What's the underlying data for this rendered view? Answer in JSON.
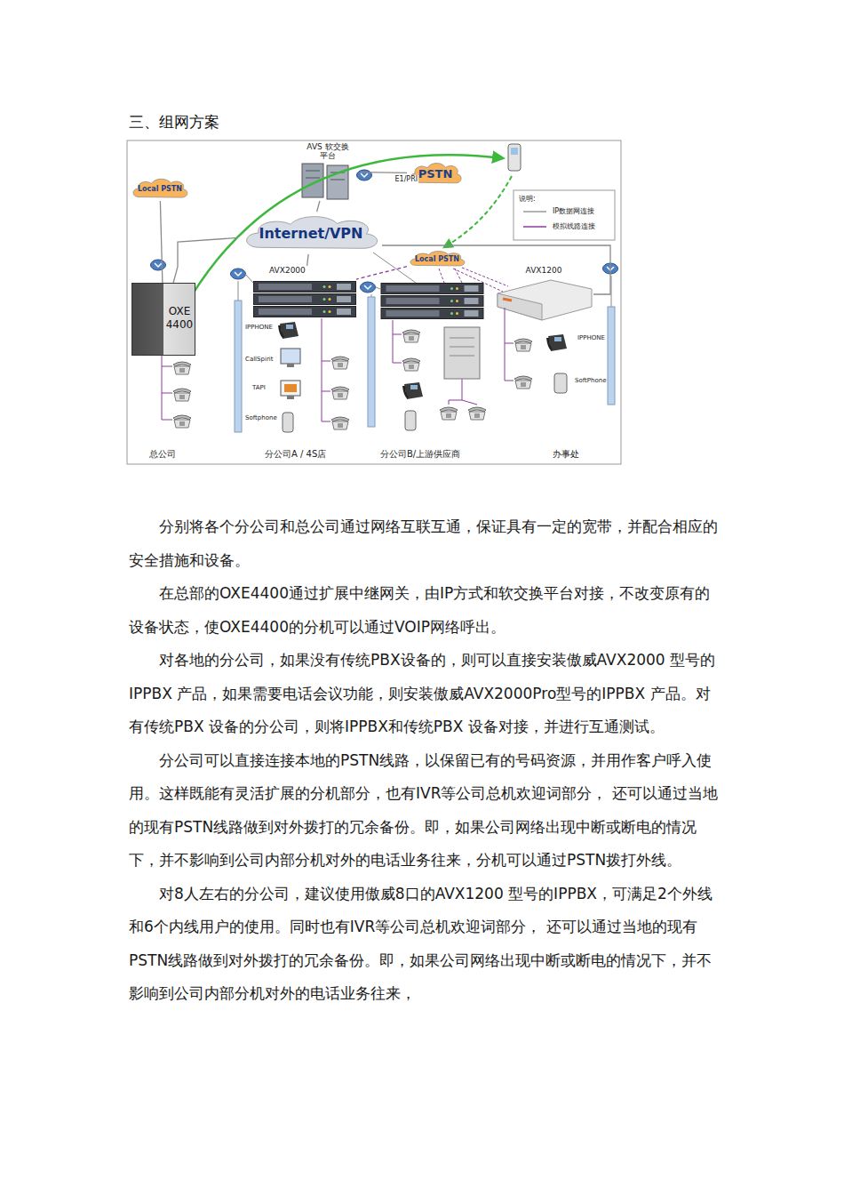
{
  "diagram": {
    "title": "三、组网方案",
    "nodes": [
      {
        "text": [
          "AVS 软交换平台"
        ]
      },
      {
        "text": [
          "PSTN"
        ]
      },
      {
        "text": [
          "Local PSTN"
        ]
      },
      {
        "text": [
          "Internet/VPN"
        ]
      },
      {
        "text": [
          "Local PSTN"
        ]
      },
      {
        "text": [
          "OXE 4400"
        ]
      },
      {
        "text": [
          "AVX2000"
        ]
      },
      {
        "text": [
          "AVX1200"
        ]
      }
    ],
    "edges": [
      {
        "from": 0,
        "to": 1,
        "label": "E1/PRI",
        "arrow": "none"
      },
      {
        "from": 2,
        "to": 5,
        "arrow": "none"
      },
      {
        "from": 3,
        "to": 0,
        "arrow": "none"
      },
      {
        "from": 3,
        "to": 5,
        "arrow": "none"
      },
      {
        "from": 3,
        "to": 6,
        "arrow": "none"
      },
      {
        "from": 3,
        "to": 7,
        "arrow": "none"
      },
      {
        "from": 4,
        "to": 6,
        "arrow": "none"
      }
    ],
    "labels": [
      "说明:",
      "IPPHONE",
      "CallSpirit",
      "TAPI",
      "Softphone",
      "IPPHONE",
      "SoftPhone",
      "总公司",
      "分公司A / 4S店",
      "分公司B/上游供应商",
      "办事处",
      "分别将各个分公司和总公司通过网络互联互通，保证具有一定的宽带，并配合相应的安全措施和设备。",
      "在总部的OXE4400通过扩展中继网关，由IP方式和软交换平台对接，不改变原有的设备状态，使OXE4400的分机可以通过VOIP网络呼出。",
      "对各地的分公司，如果没有传统PBX设备的，则可以直接安装傲威AVX2000 型号的IPPBX 产品，如果需要电话会议功能，则安装傲威AVX2000Pro型号的IPPBX 产品。对有传统PBX 设备的分公司，则将IPPBX和传统PBX 设备对接，并进行互通测试。",
      "分公司可以直接连接本地的PSTN线路，以保留已有的号码资源，并用作客户呼入使用。这样既能有灵活扩展的分机部分，也有IVR等公司总机欢迎词部分，  还可以通过当地的现有PSTN线路做到对外拨打的冗余备份。即，如果公司网络出现中断或断电的情况下，并不影响到公司内部分机对外的电话业务往来，分机可以通过PSTN拨打外线。",
      "对8人左右的分公司，建议使用傲威8口的AVX1200 型号的IPPBX，可满足2个外线和6个内线用户的使用。同时也有IVR等公司总机欢迎词部分，  还可以通过当地的现有PSTN线路做到对外拨打的冗余备份。即，如果公司网络出现中断或断电的情况下，并不影响到公司内部分机对外的电话业务往来，"
    ],
    "legend": [
      {
        "text": "IP数据网连接"
      },
      {
        "text": "模拟线路连接"
      }
    ]
  }
}
